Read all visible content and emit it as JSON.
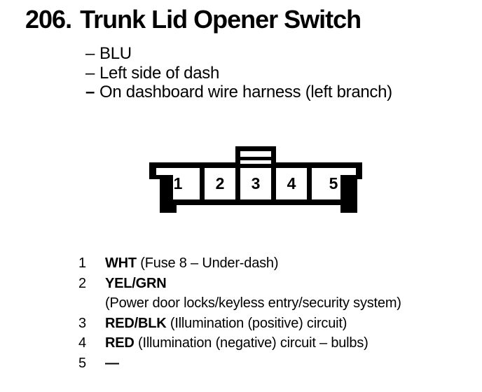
{
  "page": {
    "number": "206.",
    "title": "Trunk Lid Opener Switch"
  },
  "notes": {
    "dash": "–",
    "items": [
      "BLU",
      "Left side of dash",
      "On dashboard wire harness (left branch)"
    ]
  },
  "connector": {
    "pins": [
      "1",
      "2",
      "3",
      "4",
      "5"
    ]
  },
  "pin_list": [
    {
      "pin": "1",
      "wire": "WHT",
      "desc": "(Fuse 8 – Under-dash)"
    },
    {
      "pin": "2",
      "wire": "YEL/GRN",
      "desc": "",
      "desc2": "(Power door locks/keyless entry/security system)"
    },
    {
      "pin": "3",
      "wire": "RED/BLK",
      "desc": "(Illumination (positive) circuit)"
    },
    {
      "pin": "4",
      "wire": "RED",
      "desc": "(Illumination (negative) circuit – bulbs)"
    },
    {
      "pin": "5",
      "wire": "—",
      "desc": ""
    }
  ],
  "colors": {
    "ink": "#000000",
    "background": "#ffffff"
  }
}
